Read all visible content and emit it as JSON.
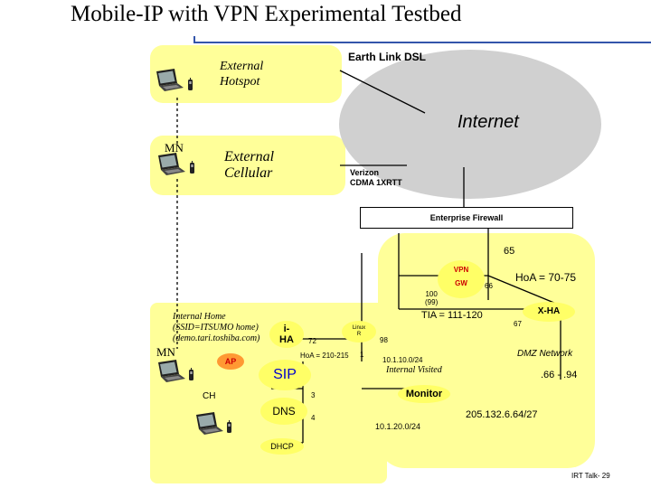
{
  "title": "Mobile-IP with VPN Experimental Testbed",
  "labels": {
    "earthlink": "Earth Link DSL",
    "external_hotspot": "External\nHotspot",
    "internet": "Internet",
    "mn_top": "MN",
    "external_cellular": "External\nCellular",
    "verizon": "Verizon\nCDMA 1XRTT",
    "firewall": "Enterprise Firewall",
    "n65": "65",
    "vpn": "VPN",
    "gw": "GW",
    "n66": "66",
    "hoa_70_75": "HoA = 70-75",
    "n100_99": "100\n(99)",
    "tia": "TIA = 111-120",
    "xha": "X-HA",
    "n67": "67",
    "internal_home": "Internal Home\n(SSID=ITSUMO home)\n(demo.tari.toshiba.com)",
    "iha": "i-\nHA",
    "n72": "72",
    "linux_r": "Linux\nR",
    "n98": "98",
    "mn_bottom": "MN",
    "ap": "AP",
    "hoa_210_215": "HoA = 210-215",
    "n1": "1",
    "net_10_1_10": "10.1.10.0/24",
    "internal_visited": "Internal Visited",
    "dmz": "DMZ Network",
    "range_66_94": ".66 - .94",
    "sip": "SIP",
    "ch": "CH",
    "n3": "3",
    "monitor": "Monitor",
    "dns": "DNS",
    "n4": "4",
    "subnet_205": "205.132.6.64/27",
    "net_10_1_20": "10.1.20.0/24",
    "dhcp": "DHCP",
    "footer": "IRT Talk- 29"
  },
  "colors": {
    "region_fill": "#ffff99",
    "oval_fill": "#ffff66",
    "cloud_fill": "#d0d0d0",
    "header_rule": "#3355aa",
    "text_red": "#cc0000",
    "text_blue": "#0000cc"
  },
  "icons": [
    "laptop-icon",
    "phone-icon"
  ]
}
